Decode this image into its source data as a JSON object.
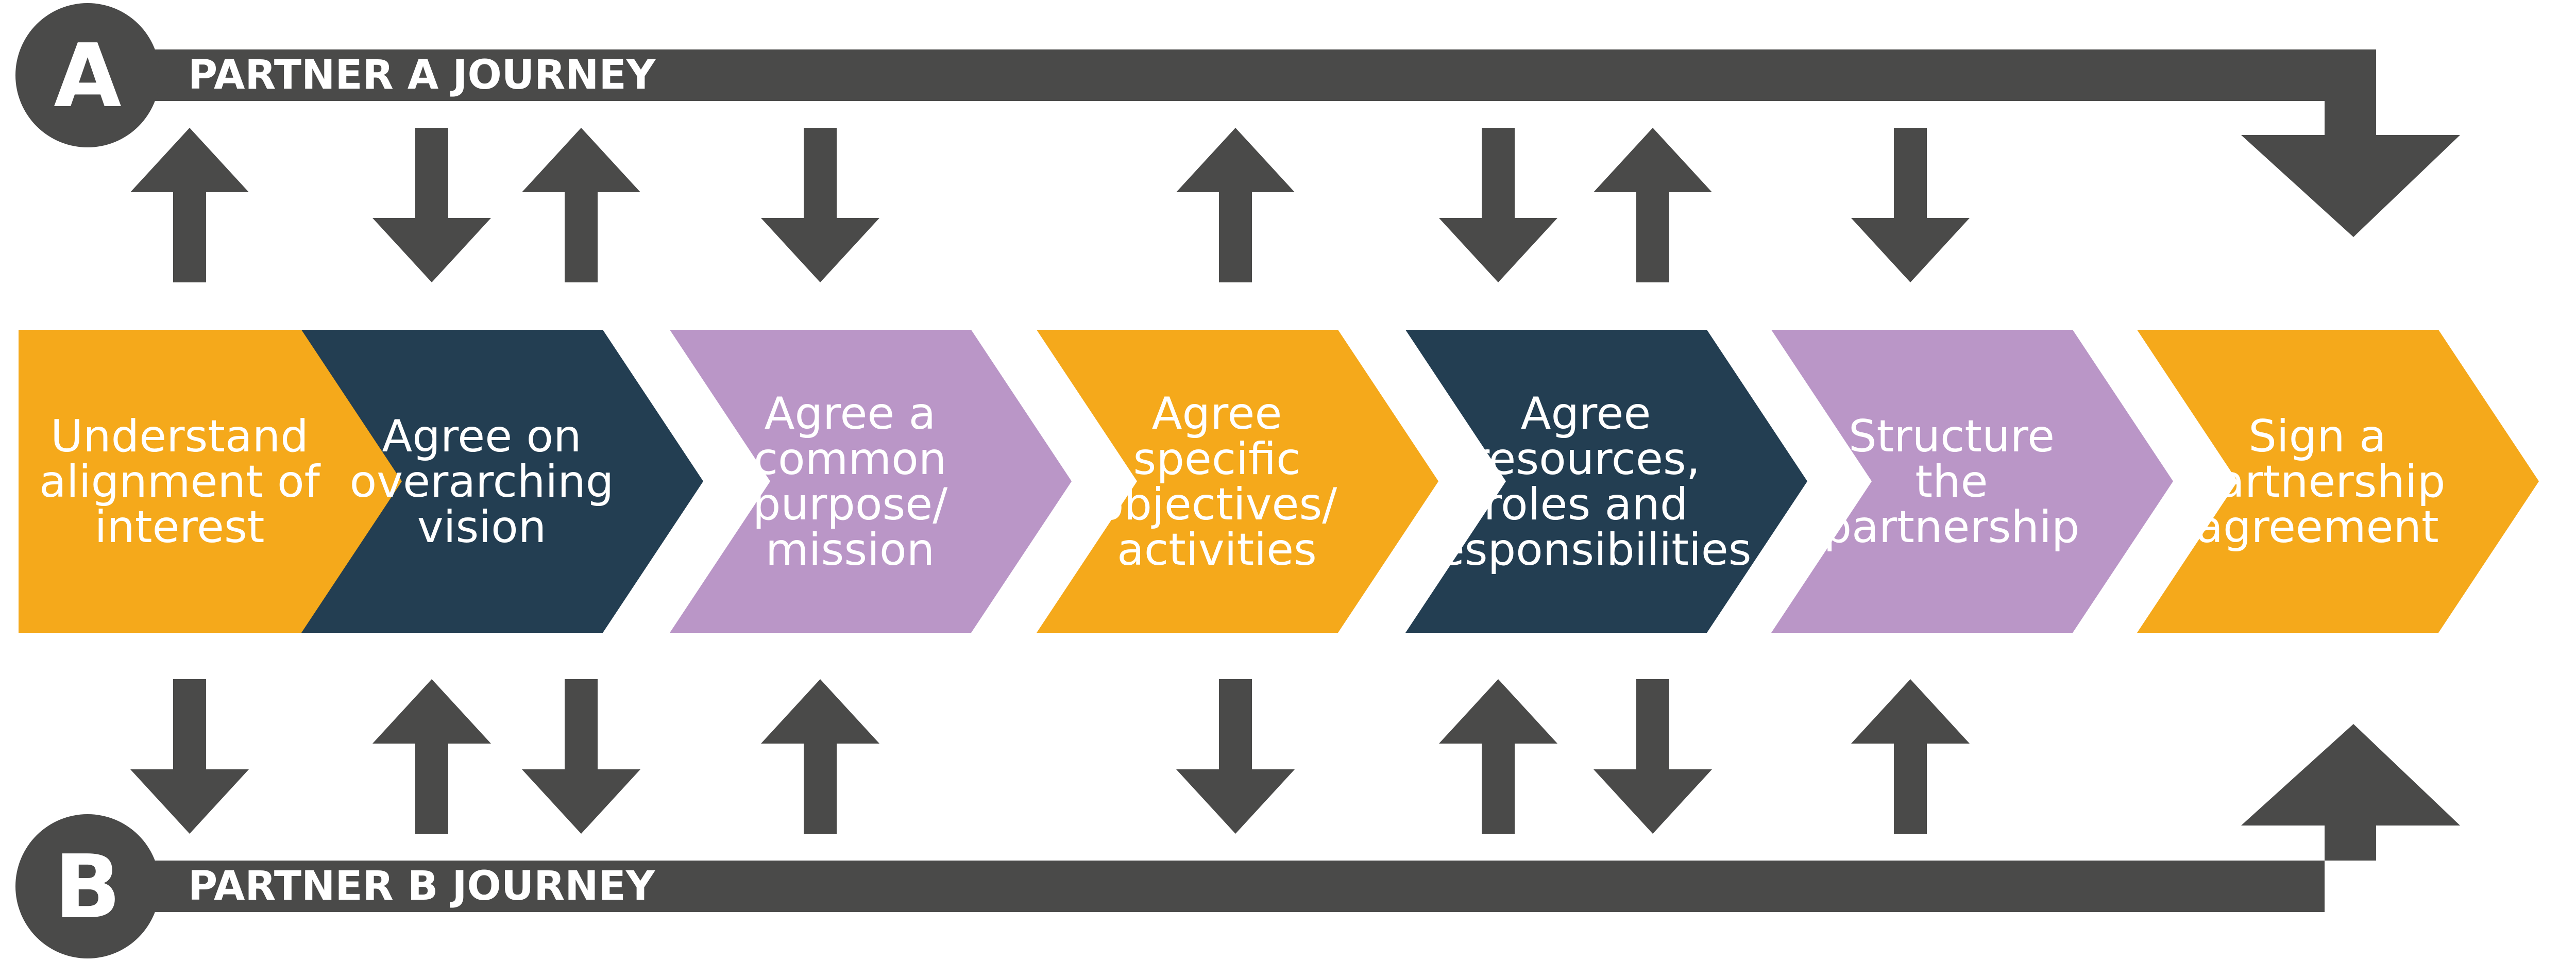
{
  "colors": {
    "gold": "#F5A91B",
    "navy": "#233E52",
    "lilac": "#BA96C7",
    "arrow_gray": "#4A4A49"
  },
  "partner_a": {
    "letter": "A",
    "label": "PARTNER A JOURNEY"
  },
  "partner_b": {
    "letter": "B",
    "label": "PARTNER B JOURNEY"
  },
  "steps": [
    {
      "color": "gold",
      "lines": [
        "Understand",
        "alignment of",
        "interest"
      ]
    },
    {
      "color": "navy",
      "lines": [
        "Agree on",
        "overarching",
        "vision"
      ]
    },
    {
      "color": "lilac",
      "lines": [
        "Agree a",
        "common",
        "purpose/",
        "mission"
      ]
    },
    {
      "color": "gold",
      "lines": [
        "Agree",
        "specific",
        "objectives/",
        "activities"
      ]
    },
    {
      "color": "navy",
      "lines": [
        "Agree",
        "resources,",
        "roles and",
        "responsibilities"
      ]
    },
    {
      "color": "lilac",
      "lines": [
        "Structure",
        "the",
        "partnership"
      ]
    },
    {
      "color": "gold",
      "lines": [
        "Sign a",
        "partnership",
        "agreement"
      ]
    }
  ],
  "top_arrows": [
    {
      "direction": "up"
    },
    {
      "direction": "down"
    },
    {
      "direction": "up"
    },
    {
      "direction": "down"
    },
    {
      "direction": "up"
    },
    {
      "direction": "down"
    },
    {
      "direction": "up"
    },
    {
      "direction": "down"
    }
  ],
  "bottom_arrows": [
    {
      "direction": "down"
    },
    {
      "direction": "up"
    },
    {
      "direction": "down"
    },
    {
      "direction": "up"
    },
    {
      "direction": "down"
    },
    {
      "direction": "up"
    },
    {
      "direction": "down"
    },
    {
      "direction": "up"
    }
  ]
}
